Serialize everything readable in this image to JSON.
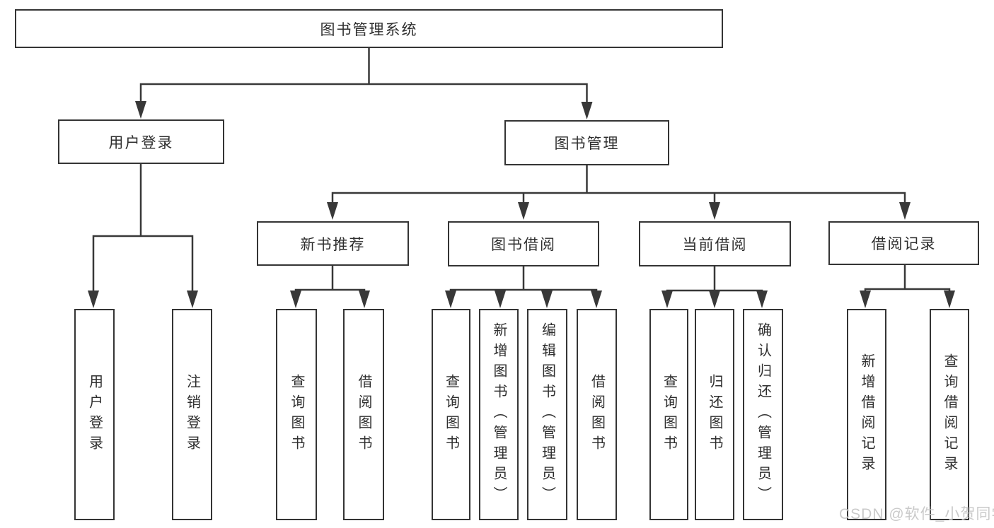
{
  "colors": {
    "line": "#383838",
    "box_border": "#343434",
    "text": "#2e2e2e",
    "watermark": "#c8c8c8",
    "background": "#ffffff"
  },
  "watermark": {
    "text": "CSDN @软件_小贺同学"
  },
  "tree": {
    "label": "图书管理系统",
    "children": [
      {
        "label": "用户登录",
        "children": [
          {
            "label": "用户登录"
          },
          {
            "label": "注销登录"
          }
        ]
      },
      {
        "label": "图书管理",
        "children": [
          {
            "label": "新书推荐",
            "children": [
              {
                "label": "查询图书"
              },
              {
                "label": "借阅图书"
              }
            ]
          },
          {
            "label": "图书借阅",
            "children": [
              {
                "label": "查询图书"
              },
              {
                "label": "新增图书（管理员）"
              },
              {
                "label": "编辑图书（管理员）"
              },
              {
                "label": "借阅图书"
              }
            ]
          },
          {
            "label": "当前借阅",
            "children": [
              {
                "label": "查询图书"
              },
              {
                "label": "归还图书"
              },
              {
                "label": "确认归还（管理员）"
              }
            ]
          },
          {
            "label": "借阅记录",
            "children": [
              {
                "label": "新增借阅记录"
              },
              {
                "label": "查询借阅记录"
              }
            ]
          }
        ]
      }
    ]
  }
}
